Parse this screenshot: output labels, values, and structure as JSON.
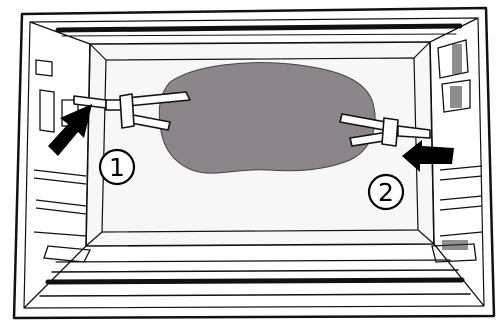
{
  "figure": {
    "subject": "oven-rotisserie-spit-installation",
    "callouts": [
      {
        "number": "1",
        "icon": "arrow-right-icon"
      },
      {
        "number": "2",
        "icon": "arrow-left-icon"
      }
    ],
    "colors": {
      "line": "#111111",
      "meat": "#8c858a",
      "cavity": "#f7f7f7",
      "arrow": "#000000"
    }
  }
}
